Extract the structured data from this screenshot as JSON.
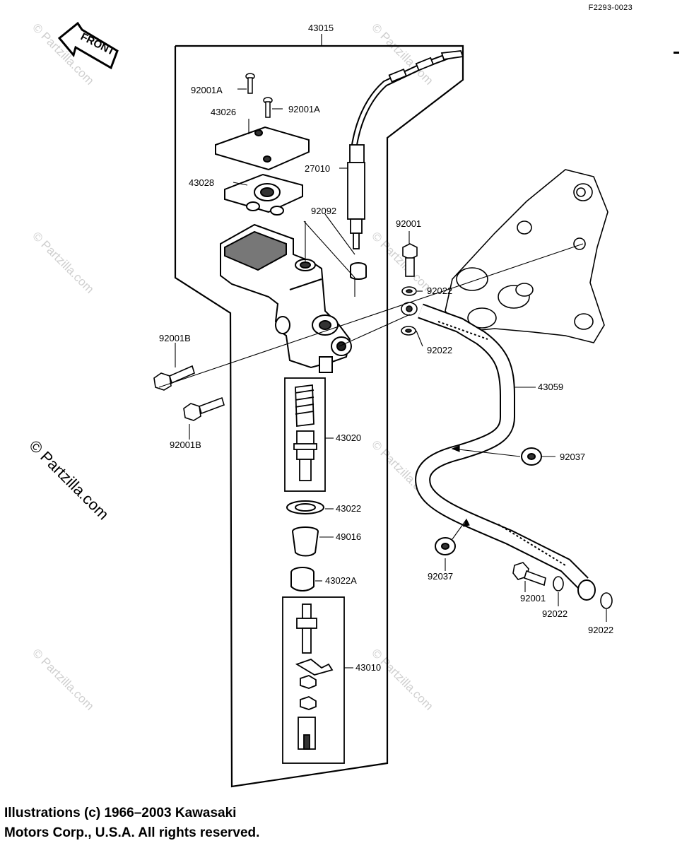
{
  "figure_code": "F2293-0023",
  "front_label": "FRONT",
  "watermark": "© Partzilla.com",
  "watermark_main": "© Partzilla.com",
  "copyright_line1": "Illustrations (c) 1966–2003 Kawasaki",
  "copyright_line2": "Motors Corp., U.S.A.  All rights reserved.",
  "parts": {
    "p43015": "43015",
    "p92001A_1": "92001A",
    "p92001A_2": "92001A",
    "p43026": "43026",
    "p27010": "27010",
    "p43028": "43028",
    "p92092": "92092",
    "p92001_top": "92001",
    "p92022_a": "92022",
    "p92022_b": "92022",
    "p92001B_1": "92001B",
    "p43059": "43059",
    "p92001B_2": "92001B",
    "p43020": "43020",
    "p92037_a": "92037",
    "p43022": "43022",
    "p49016": "49016",
    "p92037_b": "92037",
    "p43022A": "43022A",
    "p92001_bot": "92001",
    "p92022_c": "92022",
    "p92022_d": "92022",
    "p43010": "43010"
  }
}
